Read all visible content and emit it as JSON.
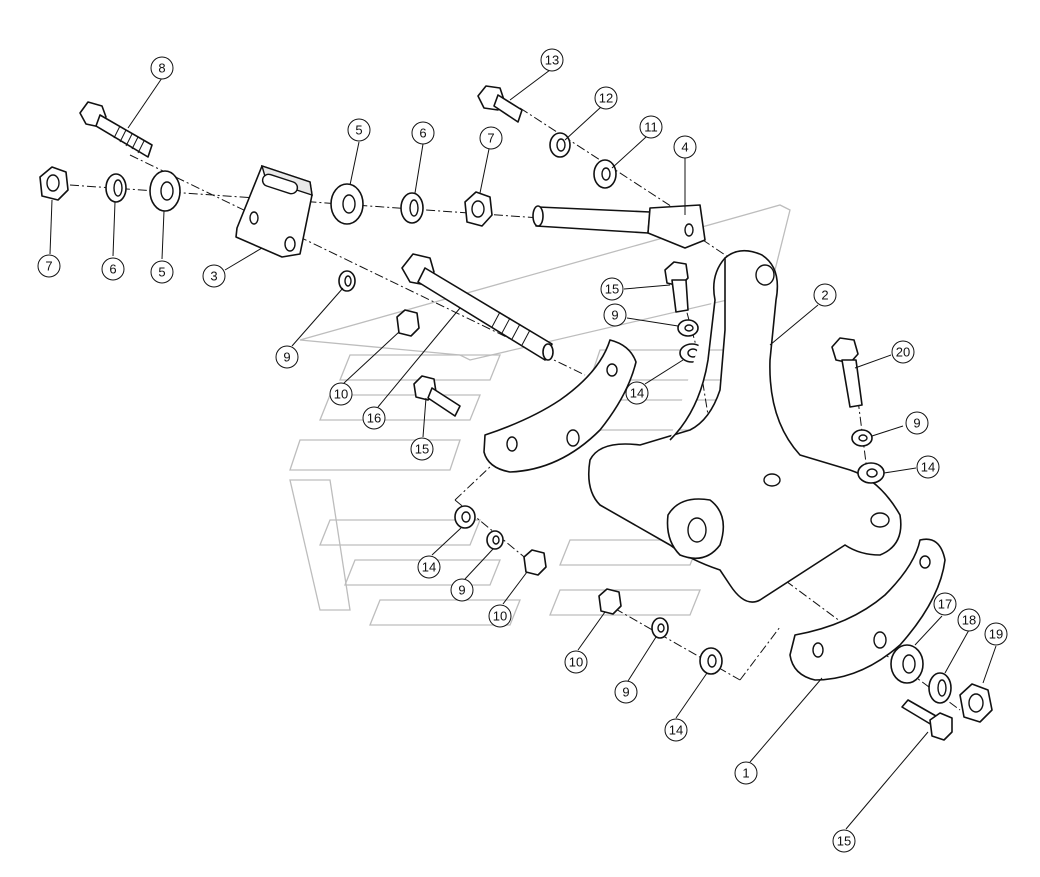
{
  "diagram": {
    "callouts": [
      {
        "label": "8"
      },
      {
        "label": "13"
      },
      {
        "label": "12"
      },
      {
        "label": "11"
      },
      {
        "label": "4"
      },
      {
        "label": "5"
      },
      {
        "label": "6"
      },
      {
        "label": "7"
      },
      {
        "label": "7"
      },
      {
        "label": "6"
      },
      {
        "label": "5"
      },
      {
        "label": "3"
      },
      {
        "label": "2"
      },
      {
        "label": "15"
      },
      {
        "label": "9"
      },
      {
        "label": "14"
      },
      {
        "label": "20"
      },
      {
        "label": "9"
      },
      {
        "label": "14"
      },
      {
        "label": "9"
      },
      {
        "label": "10"
      },
      {
        "label": "16"
      },
      {
        "label": "15"
      },
      {
        "label": "14"
      },
      {
        "label": "9"
      },
      {
        "label": "10"
      },
      {
        "label": "10"
      },
      {
        "label": "9"
      },
      {
        "label": "14"
      },
      {
        "label": "17"
      },
      {
        "label": "18"
      },
      {
        "label": "19"
      },
      {
        "label": "1"
      },
      {
        "label": "15"
      }
    ]
  }
}
